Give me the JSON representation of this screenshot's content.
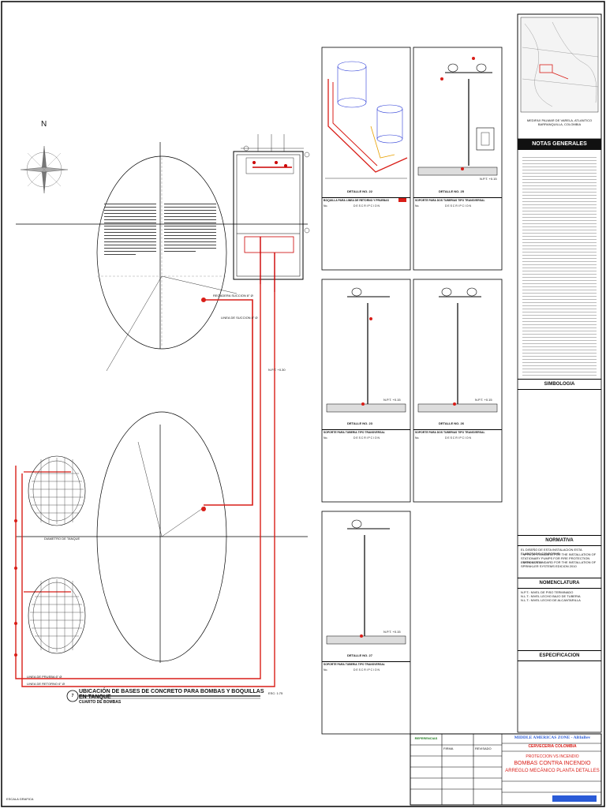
{
  "main_plan": {
    "north_label": "N",
    "title": "UBICACIÓN DE BASES DE CONCRETO PARA BOMBAS Y BOQUILLAS EN TANQUE",
    "subtitle": "CUARTO DE BOMBAS",
    "title_number": "7",
    "scale_note": "ESC: 1:75",
    "tank_label": "DIAMETRO DE TANQUE",
    "pipe_label_1": "LINEA DE PRUEBA 6\" Ø",
    "pipe_label_2": "LINEA DE RETORNO 6\" Ø",
    "pipe_label_3": "LINEA DE SUCCION 8\" Ø",
    "pipe_label_4": "REGADERA SUCCION 8\" Ø",
    "pipe_label_5": "N.P.T. +0.30",
    "bottom_left_label": "ESCALA GRAFICA"
  },
  "details": {
    "d22": {
      "label": "DETALLE NO. 22",
      "table_title": "BOQUILLA PARA LINEA DE RETORNO Y PRUEBAS"
    },
    "d25": {
      "label": "DETALLE NO. 25",
      "table_title": "SOPORTE PARA DOS TUBERIAS TIPO TRANSVERSAL"
    },
    "d23": {
      "label": "DETALLE NO. 23",
      "table_title": "SOPORTE PARA TUBERIA TIPO TRANSVERSAL"
    },
    "d26": {
      "label": "DETALLE NO. 26",
      "table_title": "SOPORTE PARA DOS TUBERIAS TIPO TRANSVERSAL"
    },
    "d27": {
      "label": "DETALLE NO. 27",
      "table_title": "SOPORTE PARA TUBERIA TIPO TRANSVERSAL"
    },
    "col_no": "No.",
    "col_desc": "D E S C R I P C I O N",
    "npt": "N.P.T. +0.15"
  },
  "right_panel": {
    "location_caption": "MEDIFAX PALMAR DE VARELA, ATLANTICO\nBARRANQUILLA, COLOMBIA",
    "notas_title": "NOTAS GENERALES",
    "simbologia_title": "SIMBOLOGIA",
    "normativa_title": "NORMATIVA",
    "nomenclatura_title": "NOMENCLATURA",
    "especificacion_title": "ESPECIFICACION",
    "normativa_lines": [
      "EL DISEÑO DE ESTA INSTALACION ESTA ELABORADO CONFORME:",
      "- NFPA 20 STANDARD FOR THE INSTALLATION OF STATIONARY PUMPS FOR FIRE PROTECTION EDICION 2010",
      "- NFPA 13 STANDARD FOR THE INSTALLATION OF SPRINKLER SYSTEMS EDICION 2010"
    ],
    "nomenclatura_lines": [
      "N.P.T.: NIVEL DE PISO TERMINADO",
      "N.L.T.: NIVEL LECHO BAJO DE TUBERIA",
      "N.L.T.: NIVEL LECHO DE ALCANTARILLA"
    ]
  },
  "title_block": {
    "company": "MIDDLE AMERICAS ZONE - ABInBev",
    "subcompany": "CERVECERIA COLOMBIA",
    "project_line1": "PROTECCION VS INCENDIO",
    "project_line2": "BOMBAS CONTRA INCENDIO",
    "project_line3": "ARREGLO MECÁNICO PLANTA DETALLES",
    "ref_header": "REFERENCIAS",
    "firma": "FIRMA",
    "revisado": "REVISADO",
    "brand_color": "#2a5bd7",
    "accent_red": "#d91e18",
    "accent_green": "#2e9e2e"
  }
}
